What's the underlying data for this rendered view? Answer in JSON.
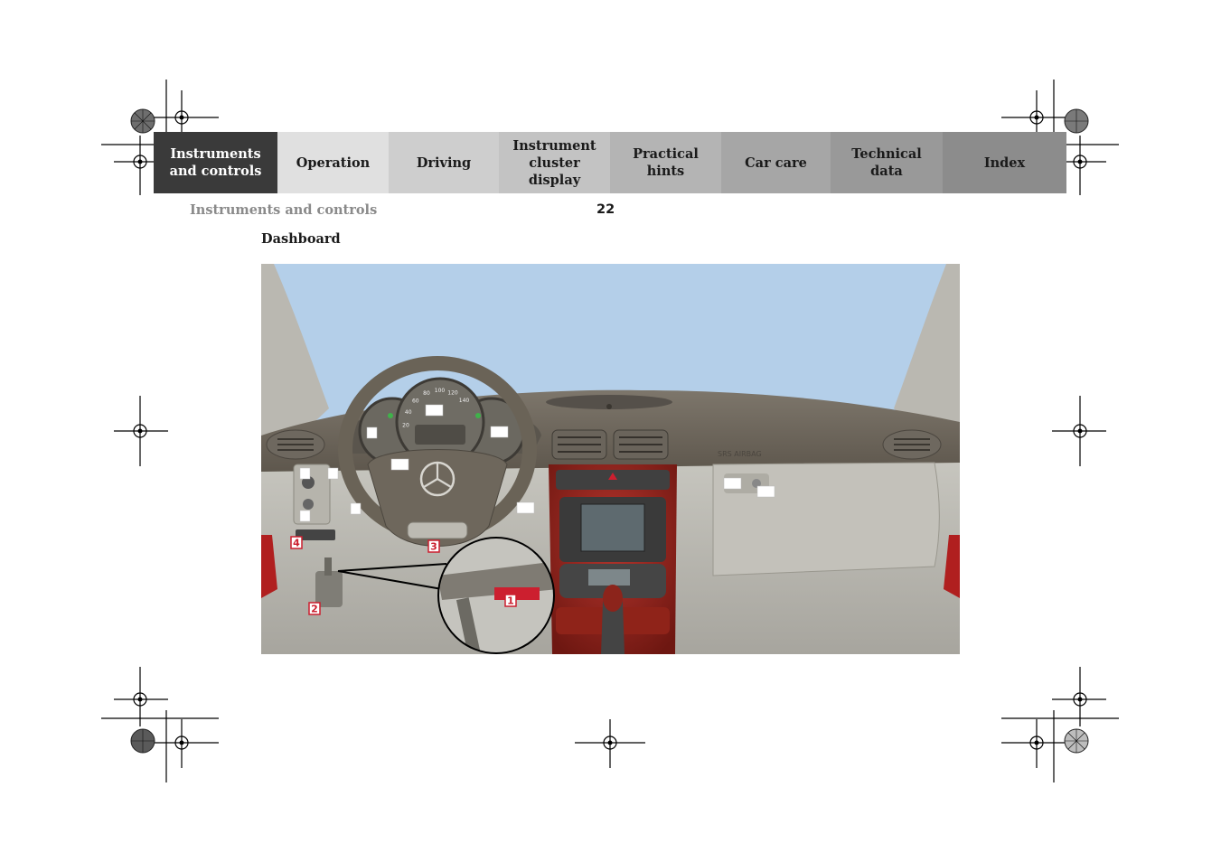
{
  "nav": {
    "tabs": [
      {
        "label": "Instruments\nand controls",
        "bg": "#3a3a3a",
        "active": true
      },
      {
        "label": "Operation",
        "bg": "#e0e0e0",
        "active": false
      },
      {
        "label": "Driving",
        "bg": "#cecece",
        "active": false
      },
      {
        "label": "Instrument\ncluster display",
        "bg": "#c3c3c3",
        "active": false
      },
      {
        "label": "Practical hints",
        "bg": "#b4b4b4",
        "active": false
      },
      {
        "label": "Car care",
        "bg": "#a6a6a6",
        "active": false
      },
      {
        "label": "Technical\ndata",
        "bg": "#999999",
        "active": false
      },
      {
        "label": "Index",
        "bg": "#8c8c8c",
        "active": false
      }
    ]
  },
  "header": {
    "running_head": "Instruments and controls",
    "page_number": "22"
  },
  "section": {
    "title": "Dashboard"
  },
  "figure": {
    "callouts": [
      "1",
      "2",
      "3",
      "4"
    ],
    "gauge_ticks": [
      "20",
      "40",
      "60",
      "80",
      "100",
      "120",
      "140"
    ],
    "airbag_label": "SRS AIRBAG",
    "accent_color": "#cc1f2f"
  }
}
